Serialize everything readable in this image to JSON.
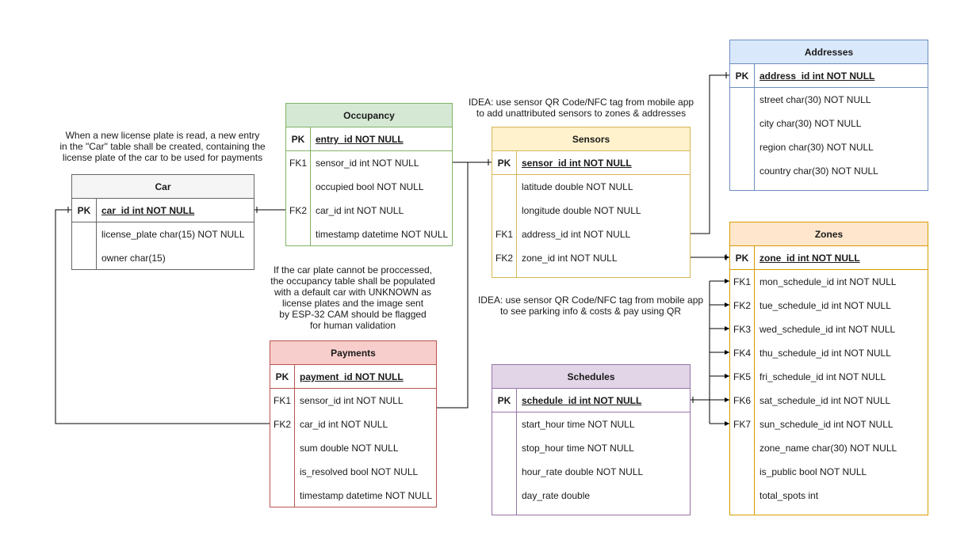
{
  "notes": {
    "car_note": [
      "When a new license plate is read, a new entry",
      "in the \"Car\" table shall be created, containing the",
      "license plate of the car to be used for payments"
    ],
    "idea_sensors": [
      "IDEA:  use sensor QR Code/NFC tag from mobile app",
      "to add unattributed sensors to zones & addresses"
    ],
    "plate_note": [
      "If the car plate cannot be proccessed,",
      "the occupancy table shall be populated",
      "with a default car with UNKNOWN as",
      "license plates and the image sent",
      "by ESP-32 CAM should be flagged",
      "for human validation"
    ],
    "idea_parking": [
      "IDEA:  use sensor QR Code/NFC tag from mobile app",
      "to see parking info & costs & pay using QR"
    ]
  },
  "tables": {
    "car": {
      "title": "Car",
      "colors": {
        "header": "#f5f5f5",
        "border": "#666666"
      },
      "rows": [
        {
          "key": "PK",
          "field": "car_id int NOT NULL"
        },
        {
          "key": "",
          "field": "license_plate char(15) NOT NULL"
        },
        {
          "key": "",
          "field": "owner char(15)"
        }
      ]
    },
    "occupancy": {
      "title": "Occupancy",
      "colors": {
        "header": "#d5e8d4",
        "border": "#82b366"
      },
      "rows": [
        {
          "key": "PK",
          "field": "entry_id NOT NULL"
        },
        {
          "key": "FK1",
          "field": "sensor_id int NOT NULL"
        },
        {
          "key": "",
          "field": "occupied bool NOT NULL"
        },
        {
          "key": "FK2",
          "field": "car_id int NOT NULL"
        },
        {
          "key": "",
          "field": "timestamp datetime NOT NULL"
        }
      ]
    },
    "sensors": {
      "title": "Sensors",
      "colors": {
        "header": "#fff2cc",
        "border": "#d6b656"
      },
      "rows": [
        {
          "key": "PK",
          "field": "sensor_id int NOT NULL"
        },
        {
          "key": "",
          "field": "latitude  double NOT NULL"
        },
        {
          "key": "",
          "field": "longitude double  NOT NULL"
        },
        {
          "key": "FK1",
          "field": "address_id int NOT NULL"
        },
        {
          "key": "FK2",
          "field": "zone_id int NOT NULL"
        }
      ]
    },
    "addresses": {
      "title": "Addresses",
      "colors": {
        "header": "#dae8fc",
        "border": "#6c8ebf"
      },
      "rows": [
        {
          "key": "PK",
          "field": "address_id int NOT NULL"
        },
        {
          "key": "",
          "field": "street char(30) NOT NULL"
        },
        {
          "key": "",
          "field": "city char(30) NOT NULL"
        },
        {
          "key": "",
          "field": "region char(30) NOT NULL"
        },
        {
          "key": "",
          "field": "country char(30) NOT NULL"
        }
      ]
    },
    "zones": {
      "title": "Zones",
      "colors": {
        "header": "#ffe6cc",
        "border": "#d79b00"
      },
      "rows": [
        {
          "key": "PK",
          "field": "zone_id int NOT NULL"
        },
        {
          "key": "FK1",
          "field": "mon_schedule_id int  NOT NULL"
        },
        {
          "key": "FK2",
          "field": "tue_schedule_id int  NOT NULL"
        },
        {
          "key": "FK3",
          "field": "wed_schedule_id int  NOT NULL"
        },
        {
          "key": "FK4",
          "field": "thu_schedule_id int  NOT NULL"
        },
        {
          "key": "FK5",
          "field": "fri_schedule_id int  NOT NULL"
        },
        {
          "key": "FK6",
          "field": "sat_schedule_id int  NOT NULL"
        },
        {
          "key": "FK7",
          "field": "sun_schedule_id int  NOT NULL"
        },
        {
          "key": "",
          "field": "zone_name char(30)  NOT NULL"
        },
        {
          "key": "",
          "field": "is_public bool  NOT NULL"
        },
        {
          "key": "",
          "field": "total_spots int"
        }
      ]
    },
    "payments": {
      "title": "Payments",
      "colors": {
        "header": "#f8cecc",
        "border": "#b85450"
      },
      "rows": [
        {
          "key": "PK",
          "field": "payment_id NOT NULL"
        },
        {
          "key": "FK1",
          "field": "sensor_id int NOT NULL"
        },
        {
          "key": "FK2",
          "field": "car_id int NOT NULL"
        },
        {
          "key": "",
          "field": "sum double NOT NULL"
        },
        {
          "key": "",
          "field": "is_resolved bool NOT NULL"
        },
        {
          "key": "",
          "field": "timestamp datetime NOT NULL"
        }
      ]
    },
    "schedules": {
      "title": "Schedules",
      "colors": {
        "header": "#e1d5e7",
        "border": "#9673a6"
      },
      "rows": [
        {
          "key": "PK",
          "field": "schedule_id int NOT NULL"
        },
        {
          "key": "",
          "field": "start_hour time NOT NULL"
        },
        {
          "key": "",
          "field": "stop_hour time NOT NULL"
        },
        {
          "key": "",
          "field": "hour_rate double NOT NULL"
        },
        {
          "key": "",
          "field": "day_rate double"
        }
      ]
    }
  }
}
